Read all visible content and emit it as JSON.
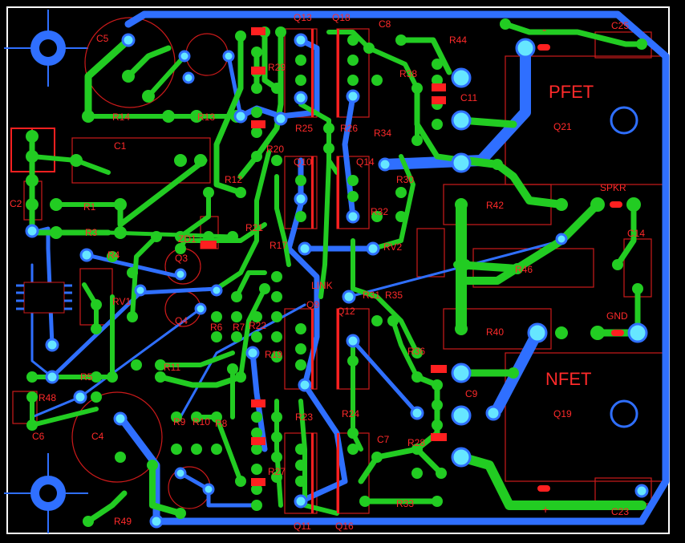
{
  "colors": {
    "background": "#000000",
    "border": "#ffffff",
    "top_copper": "#22cc22",
    "bottom_copper": "#2f6fff",
    "silkscreen": "#cc1a1a",
    "pad": "#66e6ff",
    "smd_pad": "#ff2020"
  },
  "labels": {
    "C5": "C5",
    "C1": "C1",
    "C2": "C2",
    "C4": "C4",
    "C6": "C6",
    "C7": "C7",
    "C8": "C8",
    "C9": "C9",
    "C11": "C11",
    "C14": "C14",
    "C23": "C23",
    "C25": "C25",
    "R1": "R1",
    "R3": "R3",
    "R4": "R4",
    "R5": "R5",
    "R6": "R6",
    "R7": "R7",
    "R8": "R8",
    "R9": "R9",
    "R10": "R10",
    "R11": "R11",
    "R12": "R12",
    "R13": "R13",
    "R14": "R14",
    "R17": "R17",
    "R19": "R19",
    "R20": "R20",
    "R21": "R21",
    "R22": "R22",
    "R23": "R23",
    "R24": "R24",
    "R25": "R25",
    "R26": "R26",
    "R27": "R27",
    "R28": "R28",
    "R29": "R29",
    "R30": "R30",
    "R31": "R31",
    "R32": "R32",
    "R33": "R33",
    "R34": "R34",
    "R35": "R35",
    "R36": "R36",
    "R38": "R38",
    "R40": "R40",
    "R42": "R42",
    "R44": "R44",
    "R46": "R46",
    "R48": "R48",
    "R49": "R49",
    "Q3": "Q3",
    "Q4": "Q4",
    "Q9": "Q9",
    "Q10": "Q10",
    "Q11": "Q11",
    "Q12": "Q12",
    "Q13": "Q13",
    "Q14": "Q14",
    "Q16": "Q16",
    "Q18": "Q18",
    "Q19": "Q19",
    "Q21": "Q21",
    "ZD1": "ZD1",
    "RV1": "RV1",
    "RV2": "RV2",
    "LINK": "LINK",
    "PFET": "PFET",
    "NFET": "NFET",
    "SPKR": "SPKR",
    "GND": "GND",
    "minus": "-",
    "plus": "+"
  }
}
